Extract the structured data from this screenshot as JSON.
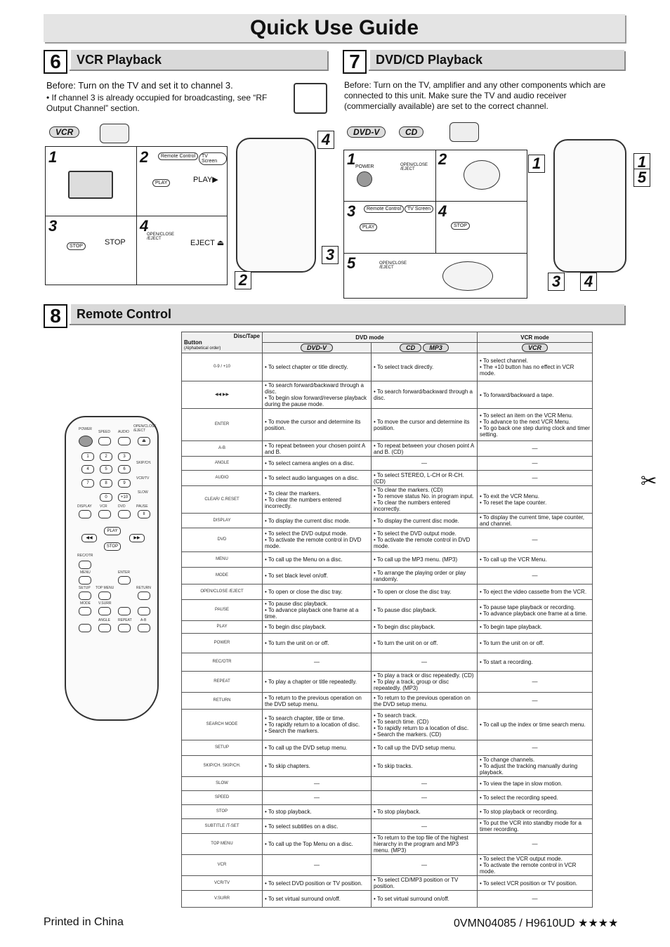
{
  "page_title": "Quick Use Guide",
  "section6": {
    "number": "6",
    "title": "VCR Playback",
    "before": "Before:  Turn on the TV and set it to channel 3.",
    "note": "• If channel 3 is already occupied for broadcasting, see “RF Output Channel” section.",
    "mode_label": "VCR",
    "steps": [
      {
        "num": "1"
      },
      {
        "num": "2",
        "labels": [
          "Remote Control",
          "TV Screen"
        ],
        "button": "PLAY",
        "screen": "PLAY▶"
      },
      {
        "num": "3",
        "button": "STOP",
        "screen": "STOP"
      },
      {
        "num": "4",
        "button": "OPEN/CLOSE /EJECT",
        "screen": "EJECT ⏏"
      }
    ],
    "callouts": [
      "4",
      "3",
      "2"
    ]
  },
  "section7": {
    "number": "7",
    "title": "DVD/CD Playback",
    "before": "Before: Turn on the TV, amplifier and any other components which are connected to this unit. Make sure the TV and audio receiver (commercially available) are set to the correct channel.",
    "mode_labels": [
      "DVD-V",
      "CD"
    ],
    "steps": [
      {
        "num": "1",
        "labels": [
          "POWER",
          "OPEN/CLOSE /EJECT"
        ]
      },
      {
        "num": "2"
      },
      {
        "num": "3",
        "labels": [
          "Remote Control",
          "TV Screen"
        ],
        "button": "PLAY"
      },
      {
        "num": "4",
        "button": "STOP"
      },
      {
        "num": "5",
        "button": "OPEN/CLOSE /EJECT"
      }
    ],
    "callouts": [
      "1",
      "5",
      "3",
      "4"
    ]
  },
  "section8": {
    "number": "8",
    "title": "Remote Control"
  },
  "remote_labels": {
    "power": "POWER",
    "speed": "SPEED",
    "audio": "AUDIO",
    "open_close": "OPEN/CLOSE /EJECT",
    "skip_ch": "SKIP/CH.",
    "vcr_tv": "VCR/TV",
    "slow": "SLOW",
    "display": "DISPLAY",
    "vcr": "VCR",
    "dvd": "DVD",
    "pause": "PAUSE",
    "play": "PLAY",
    "stop": "STOP",
    "rec_otr": "REC/OTR",
    "menu": "MENU",
    "enter": "ENTER",
    "setup": "SETUP",
    "top_menu": "TOP MENU",
    "return": "RETURN",
    "mode": "MODE",
    "v_surr": "V.SURR",
    "angle": "ANGLE",
    "repeat": "REPEAT",
    "ab": "A-B",
    "digits": [
      "1",
      "2",
      "3",
      "4",
      "5",
      "6",
      "7",
      "8",
      "9",
      "0",
      "+10"
    ]
  },
  "table": {
    "header": {
      "disc_tape": "Disc/Tape",
      "button": "Button",
      "alpha": "(Alphabetical order)",
      "dvd_mode": "DVD mode",
      "vcr_mode": "VCR mode",
      "col_dvd": "DVD-V",
      "col_cd": "CD",
      "col_mp3": "MP3",
      "col_vcr": "VCR"
    },
    "rows": [
      {
        "btn": "0-9 / +10",
        "dvd": "• To select chapter or title directly.",
        "cd": "• To select track directly.",
        "vcr": "• To select channel.\n• The +10 button has no effect in VCR mode."
      },
      {
        "btn": "◀◀ ▶▶",
        "dvd": "• To search forward/backward through a disc.\n• To begin slow forward/reverse playback during the pause mode.",
        "cd": "• To search forward/backward through a disc.",
        "vcr": "• To forward/backward a tape."
      },
      {
        "btn": "ENTER",
        "dvd": "• To move the cursor and determine its position.",
        "cd": "• To move the cursor and determine its position.",
        "vcr": "• To select an item on the VCR Menu.\n• To advance to the next VCR Menu.\n• To go back one step during clock and timer setting."
      },
      {
        "btn": "A-B",
        "dvd": "• To repeat between your chosen point A and B.",
        "cd": "• To repeat between your chosen point A and B. (CD)",
        "vcr": "—"
      },
      {
        "btn": "ANGLE",
        "dvd": "• To select camera angles on a disc.",
        "cd": "—",
        "vcr": "—"
      },
      {
        "btn": "AUDIO",
        "dvd": "• To select audio languages on a disc.",
        "cd": "• To select STEREO, L-CH or R-CH. (CD)",
        "vcr": "—"
      },
      {
        "btn": "CLEAR/ C.RESET",
        "dvd": "• To clear the markers.\n• To clear the numbers entered incorrectly.",
        "cd": "• To clear the markers. (CD)\n• To remove status No. in program input.\n• To clear the numbers entered incorrectly.",
        "vcr": "• To exit the VCR Menu.\n• To reset the tape counter."
      },
      {
        "btn": "DISPLAY",
        "dvd": "• To display the current disc mode.",
        "cd": "• To display the current disc mode.",
        "vcr": "• To display the current time, tape counter, and channel."
      },
      {
        "btn": "DVD",
        "dvd": "• To select the DVD output mode.\n• To activate the remote control in DVD mode.",
        "cd": "• To select the DVD output mode.\n• To activate the remote control in DVD mode.",
        "vcr": "—"
      },
      {
        "btn": "MENU",
        "dvd": "• To call up the Menu on a disc.",
        "cd": "• To call up the MP3 menu. (MP3)",
        "vcr": "• To call up the VCR Menu."
      },
      {
        "btn": "MODE",
        "dvd": "• To set black level on/off.",
        "cd": "• To arrange the playing order or play randomly.",
        "vcr": "—"
      },
      {
        "btn": "OPEN/CLOSE /EJECT",
        "dvd": "• To open or close the disc tray.",
        "cd": "• To open or close the disc tray.",
        "vcr": "• To eject the video cassette from the VCR."
      },
      {
        "btn": "PAUSE",
        "dvd": "• To pause disc playback.\n• To advance playback one frame at a time.",
        "cd": "• To pause disc playback.",
        "vcr": "• To pause tape playback or recording.\n• To advance playback one frame at a time."
      },
      {
        "btn": "PLAY",
        "dvd": "• To begin disc playback.",
        "cd": "• To begin disc playback.",
        "vcr": "• To begin tape playback."
      },
      {
        "btn": "POWER",
        "dvd": "• To turn the unit on or off.",
        "cd": "• To turn the unit on or off.",
        "vcr": "• To turn the unit on or off."
      },
      {
        "btn": "REC/OTR",
        "dvd": "—",
        "cd": "—",
        "vcr": "• To start a recording."
      },
      {
        "btn": "REPEAT",
        "dvd": "• To play a chapter or title repeatedly.",
        "cd": "• To play a track or disc repeatedly. (CD)\n• To play a track, group or disc repeatedly. (MP3)",
        "vcr": "—"
      },
      {
        "btn": "RETURN",
        "dvd": "• To return to the previous operation on the DVD setup menu.",
        "cd": "• To return to the previous operation on the DVD setup menu.",
        "vcr": "—"
      },
      {
        "btn": "SEARCH MODE",
        "dvd": "• To search chapter, title or time.\n• To rapidly return to a location of disc.\n• Search the markers.",
        "cd": "• To search track.\n• To search time. (CD)\n• To rapidly return to a location of disc.\n• Search the markers. (CD)",
        "vcr": "• To call up the index or time search menu."
      },
      {
        "btn": "SETUP",
        "dvd": "• To call up the DVD setup menu.",
        "cd": "• To call up the DVD setup menu.",
        "vcr": "—"
      },
      {
        "btn": "SKIP/CH.  SKIP/CH.",
        "dvd": "• To skip chapters.",
        "cd": "• To skip tracks.",
        "vcr": "• To change channels.\n• To adjust the tracking manually during playback."
      },
      {
        "btn": "SLOW",
        "dvd": "—",
        "cd": "—",
        "vcr": "• To view the tape in slow motion."
      },
      {
        "btn": "SPEED",
        "dvd": "—",
        "cd": "—",
        "vcr": "• To select the recording speed."
      },
      {
        "btn": "STOP",
        "dvd": "• To stop playback.",
        "cd": "• To stop playback.",
        "vcr": "• To stop playback or recording."
      },
      {
        "btn": "SUBTITLE /T-SET",
        "dvd": "• To select subtitles on a disc.",
        "cd": "—",
        "vcr": "• To put the VCR into standby mode for a timer recording."
      },
      {
        "btn": "TOP MENU",
        "dvd": "• To call up the Top Menu on a disc.",
        "cd": "• To return to the top file of the highest hierarchy in the program and MP3 menu. (MP3)",
        "vcr": "—"
      },
      {
        "btn": "VCR",
        "dvd": "—",
        "cd": "—",
        "vcr": "• To select the VCR output mode.\n• To activate the remote control in VCR mode."
      },
      {
        "btn": "VCR/TV",
        "dvd": "• To select DVD position or TV position.",
        "cd": "• To select CD/MP3 position or TV position.",
        "vcr": "• To select VCR position or TV position."
      },
      {
        "btn": "V.SURR",
        "dvd": "• To set virtual surround on/off.",
        "cd": "• To set virtual surround on/off.",
        "vcr": "—"
      }
    ]
  },
  "footer": {
    "left": "Printed in China",
    "right": "0VMN04085 / H9610UD ★★★★"
  }
}
